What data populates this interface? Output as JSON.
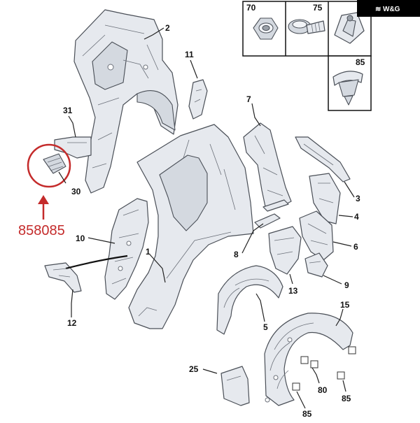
{
  "brand": {
    "logo_text": "W&G",
    "bg": "#000000",
    "fg": "#ffffff"
  },
  "highlight": {
    "part_number": "858085",
    "color": "#c42b2b"
  },
  "callouts": {
    "c2": "2",
    "c11": "11",
    "c31": "31",
    "c30": "30",
    "c7": "7",
    "c3": "3",
    "c4": "4",
    "c6": "6",
    "c9": "9",
    "c8": "8",
    "c13": "13",
    "c10": "10",
    "c1": "1",
    "c12": "12",
    "c5": "5",
    "c15": "15",
    "c25": "25",
    "c80": "80",
    "c85a": "85",
    "c85b": "85"
  },
  "fastener_boxes": [
    {
      "label": "70",
      "icon": "hex-nut-icon"
    },
    {
      "label": "75",
      "icon": "screw-bolt-icon"
    },
    {
      "label": "",
      "icon": "push-clip-icon"
    },
    {
      "label": "85",
      "icon": "rivet-clip-icon"
    }
  ],
  "colors": {
    "line": "#4a4f57",
    "part_fill": "#e6e9ee",
    "part_shade": "#d4d9e0"
  }
}
